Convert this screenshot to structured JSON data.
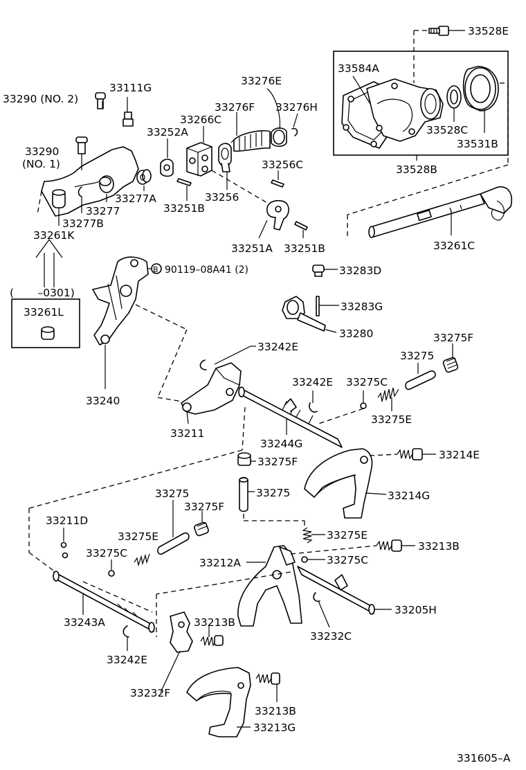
{
  "diagram_code": "331605–A",
  "kit_note": "(       –0301)",
  "labels": {
    "l33528E": "33528E",
    "l33584A": "33584A",
    "l33528C": "33528C",
    "l33531B": "33531B",
    "l33528B": "33528B",
    "l33261C": "33261C",
    "l33290n2": "33290 (NO. 2)",
    "l33111G": "33111G",
    "l33276E": "33276E",
    "l33276F": "33276F",
    "l33276H": "33276H",
    "l33266C": "33266C",
    "l33252A": "33252A",
    "l33290n1a": "33290",
    "l33290n1b": "(NO. 1)",
    "l33256C": "33256C",
    "l33277A": "33277A",
    "l33256": "33256",
    "l33277": "33277",
    "l33277B": "33277B",
    "l33251B_a": "33251B",
    "l33261K": "33261K",
    "l33251A": "33251A",
    "l33251B_b": "33251B",
    "l90119": "90119–08A41 (2)",
    "l33283D": "33283D",
    "l33283G": "33283G",
    "l33261L": "33261L",
    "l33280": "33280",
    "l33275F_a": "33275F",
    "l33242E_a": "33242E",
    "l33275_a": "33275",
    "l33242E_b": "33242E",
    "l33275C_a": "33275C",
    "l33240": "33240",
    "l33275E_a": "33275E",
    "l33211": "33211",
    "l33244G": "33244G",
    "l33214E": "33214E",
    "l33275F_b": "33275F",
    "l33214G": "33214G",
    "l33275_b": "33275",
    "l33275_c": "33275",
    "l33275F_c": "33275F",
    "l33211D": "33211D",
    "l33275E_b": "33275E",
    "l33275E_c": "33275E",
    "l33213B_a": "33213B",
    "l33275C_b": "33275C",
    "l33212A": "33212A",
    "l33275C_c": "33275C",
    "l33205H": "33205H",
    "l33243A": "33243A",
    "l33213B_b": "33213B",
    "l33232C": "33232C",
    "l33242E_c": "33242E",
    "l33232F": "33232F",
    "l33213B_c": "33213B",
    "l33213G": "33213G"
  },
  "bolt_marker": "B"
}
